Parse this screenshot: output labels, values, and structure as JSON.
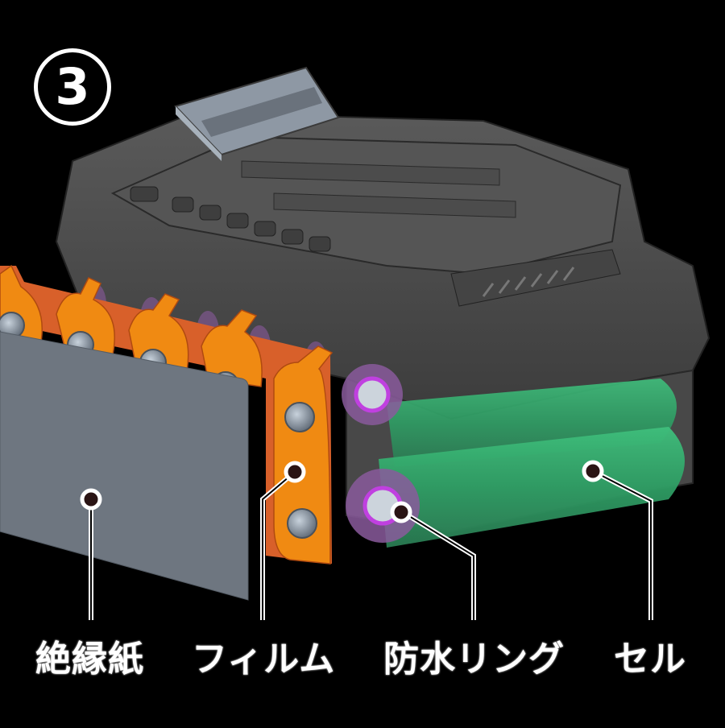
{
  "diagram": {
    "step_number": "3",
    "subject": "battery pack cutaway",
    "colors": {
      "background": "#000000",
      "housing": "#4a4a4a",
      "housing_edge": "#2a2a2a",
      "handle": "#8e98a4",
      "insulation_paper": "#6e7680",
      "film_orange": "#f08a12",
      "film_dark_orange": "#d8602a",
      "waterproof_ring": "#9a5ab0",
      "ring_bright": "#c040e0",
      "cell_green": "#2fa86a",
      "callout_dot": "#2a1414",
      "callout_line": "#ffffff"
    },
    "labels": [
      {
        "id": "insulation-paper",
        "text": "絶縁紙"
      },
      {
        "id": "film",
        "text": "フィルム"
      },
      {
        "id": "waterproof-ring",
        "text": "防水リング"
      },
      {
        "id": "cell",
        "text": "セル"
      }
    ]
  }
}
